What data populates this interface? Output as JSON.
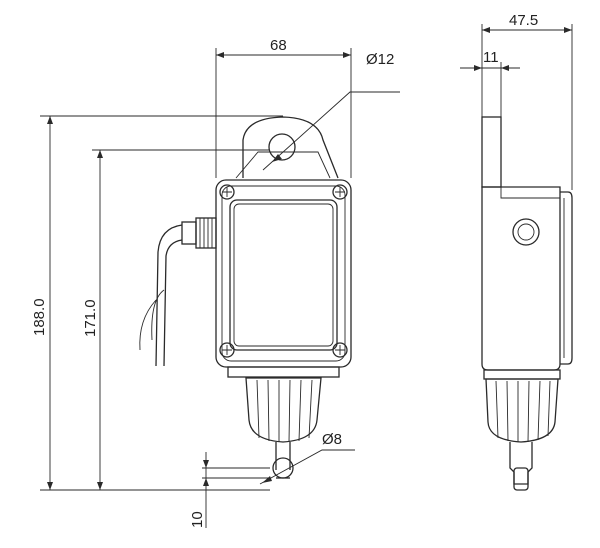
{
  "dimensions": {
    "width_front": "68",
    "hole_dia": "Ø12",
    "total_height": "188.0",
    "height_to_hole": "171.0",
    "pin_dia": "Ø8",
    "pin_length": "10",
    "depth": "47.5",
    "tab_width": "11"
  }
}
